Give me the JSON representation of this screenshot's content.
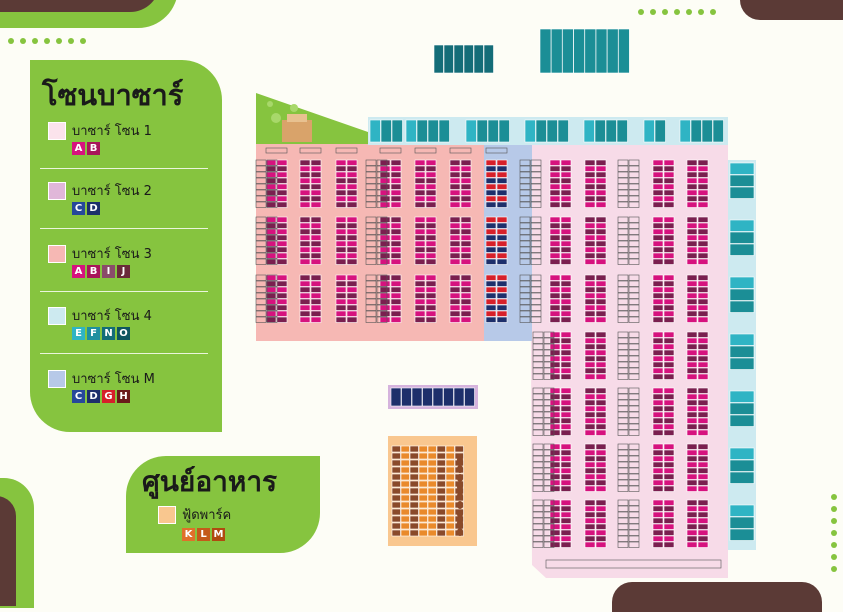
{
  "legend": {
    "title": "โซนบาซาร์",
    "zones": [
      {
        "label": "บาซาร์ โซน 1",
        "color": "#fbe3ec",
        "badges": [
          {
            "text": "A",
            "color": "#d6127e"
          },
          {
            "text": "B",
            "color": "#a8155a"
          }
        ]
      },
      {
        "label": "บาซาร์ โซน 2",
        "color": "#e0b7d9",
        "badges": [
          {
            "text": "C",
            "color": "#26489a"
          },
          {
            "text": "D",
            "color": "#1d2f6b"
          }
        ]
      },
      {
        "label": "บาซาร์ โซน 3",
        "color": "#f6b8b4",
        "badges": [
          {
            "text": "A",
            "color": "#d6127e"
          },
          {
            "text": "B",
            "color": "#a8155a"
          },
          {
            "text": "I",
            "color": "#8a4a6a"
          },
          {
            "text": "J",
            "color": "#6a2a3a"
          }
        ]
      },
      {
        "label": "บาซาร์ โซน 4",
        "color": "#cdeaf0",
        "badges": [
          {
            "text": "E",
            "color": "#2fb4c4"
          },
          {
            "text": "F",
            "color": "#1f8fa0"
          },
          {
            "text": "N",
            "color": "#146d78"
          },
          {
            "text": "O",
            "color": "#0e5560"
          }
        ]
      },
      {
        "label": "บาซาร์ โซน M",
        "color": "#b7c9e8",
        "badges": [
          {
            "text": "C",
            "color": "#26489a"
          },
          {
            "text": "D",
            "color": "#1d2f6b"
          },
          {
            "text": "G",
            "color": "#d6202a"
          },
          {
            "text": "H",
            "color": "#6a1a1a"
          }
        ]
      }
    ]
  },
  "food": {
    "title": "ศูนย์อาหาร",
    "item_label": "ฟู้ดพาร์ค",
    "item_color": "#f9c78f",
    "badges": [
      {
        "text": "K",
        "color": "#e0702a"
      },
      {
        "text": "L",
        "color": "#c45a1a"
      },
      {
        "text": "M",
        "color": "#b04a10"
      }
    ]
  },
  "map_colors": {
    "zone1": "#f7dbe8",
    "zone3": "#f6b8b4",
    "zone4": "#cdeaf0",
    "zoneM": "#b7c9e8",
    "zone2": "#d5b3dd",
    "food": "#f9c78f",
    "magenta": "#d6127e",
    "plum": "#7a1f4f",
    "navy": "#1d2f6b",
    "blue": "#26489a",
    "red": "#d6202a",
    "teal": "#1b8e96",
    "tealdark": "#146d78",
    "tealLight": "#2fb4c4",
    "orange": "#e98a2b",
    "brown": "#8a4a2a"
  }
}
